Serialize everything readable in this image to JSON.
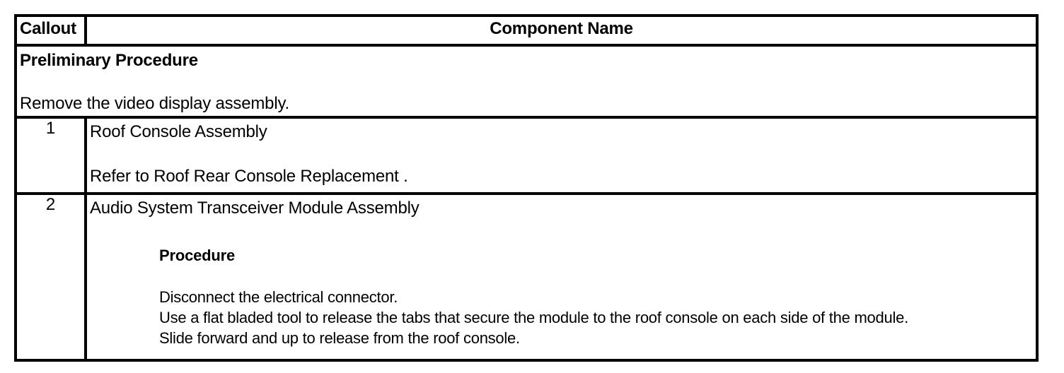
{
  "table": {
    "columns": [
      {
        "key": "callout",
        "header": "Callout",
        "align": "left"
      },
      {
        "key": "component_name",
        "header": "Component Name",
        "align": "center"
      }
    ],
    "preliminary": {
      "title": "Preliminary Procedure",
      "body": "Remove the video display assembly."
    },
    "rows": [
      {
        "callout": "1",
        "title": "Roof Console Assembly",
        "refer": "Refer to Roof Rear Console Replacement ."
      },
      {
        "callout": "2",
        "title": "Audio System Transceiver Module Assembly",
        "sub_heading": "Procedure",
        "steps": [
          "Disconnect the electrical connector.",
          "Use a flat bladed tool to release the tabs that secure the module to the roof console on each side of the module.",
          "Slide forward and up to release from the roof console."
        ]
      }
    ]
  },
  "colors": {
    "border": "#000000",
    "text": "#000000",
    "background": "#ffffff"
  }
}
